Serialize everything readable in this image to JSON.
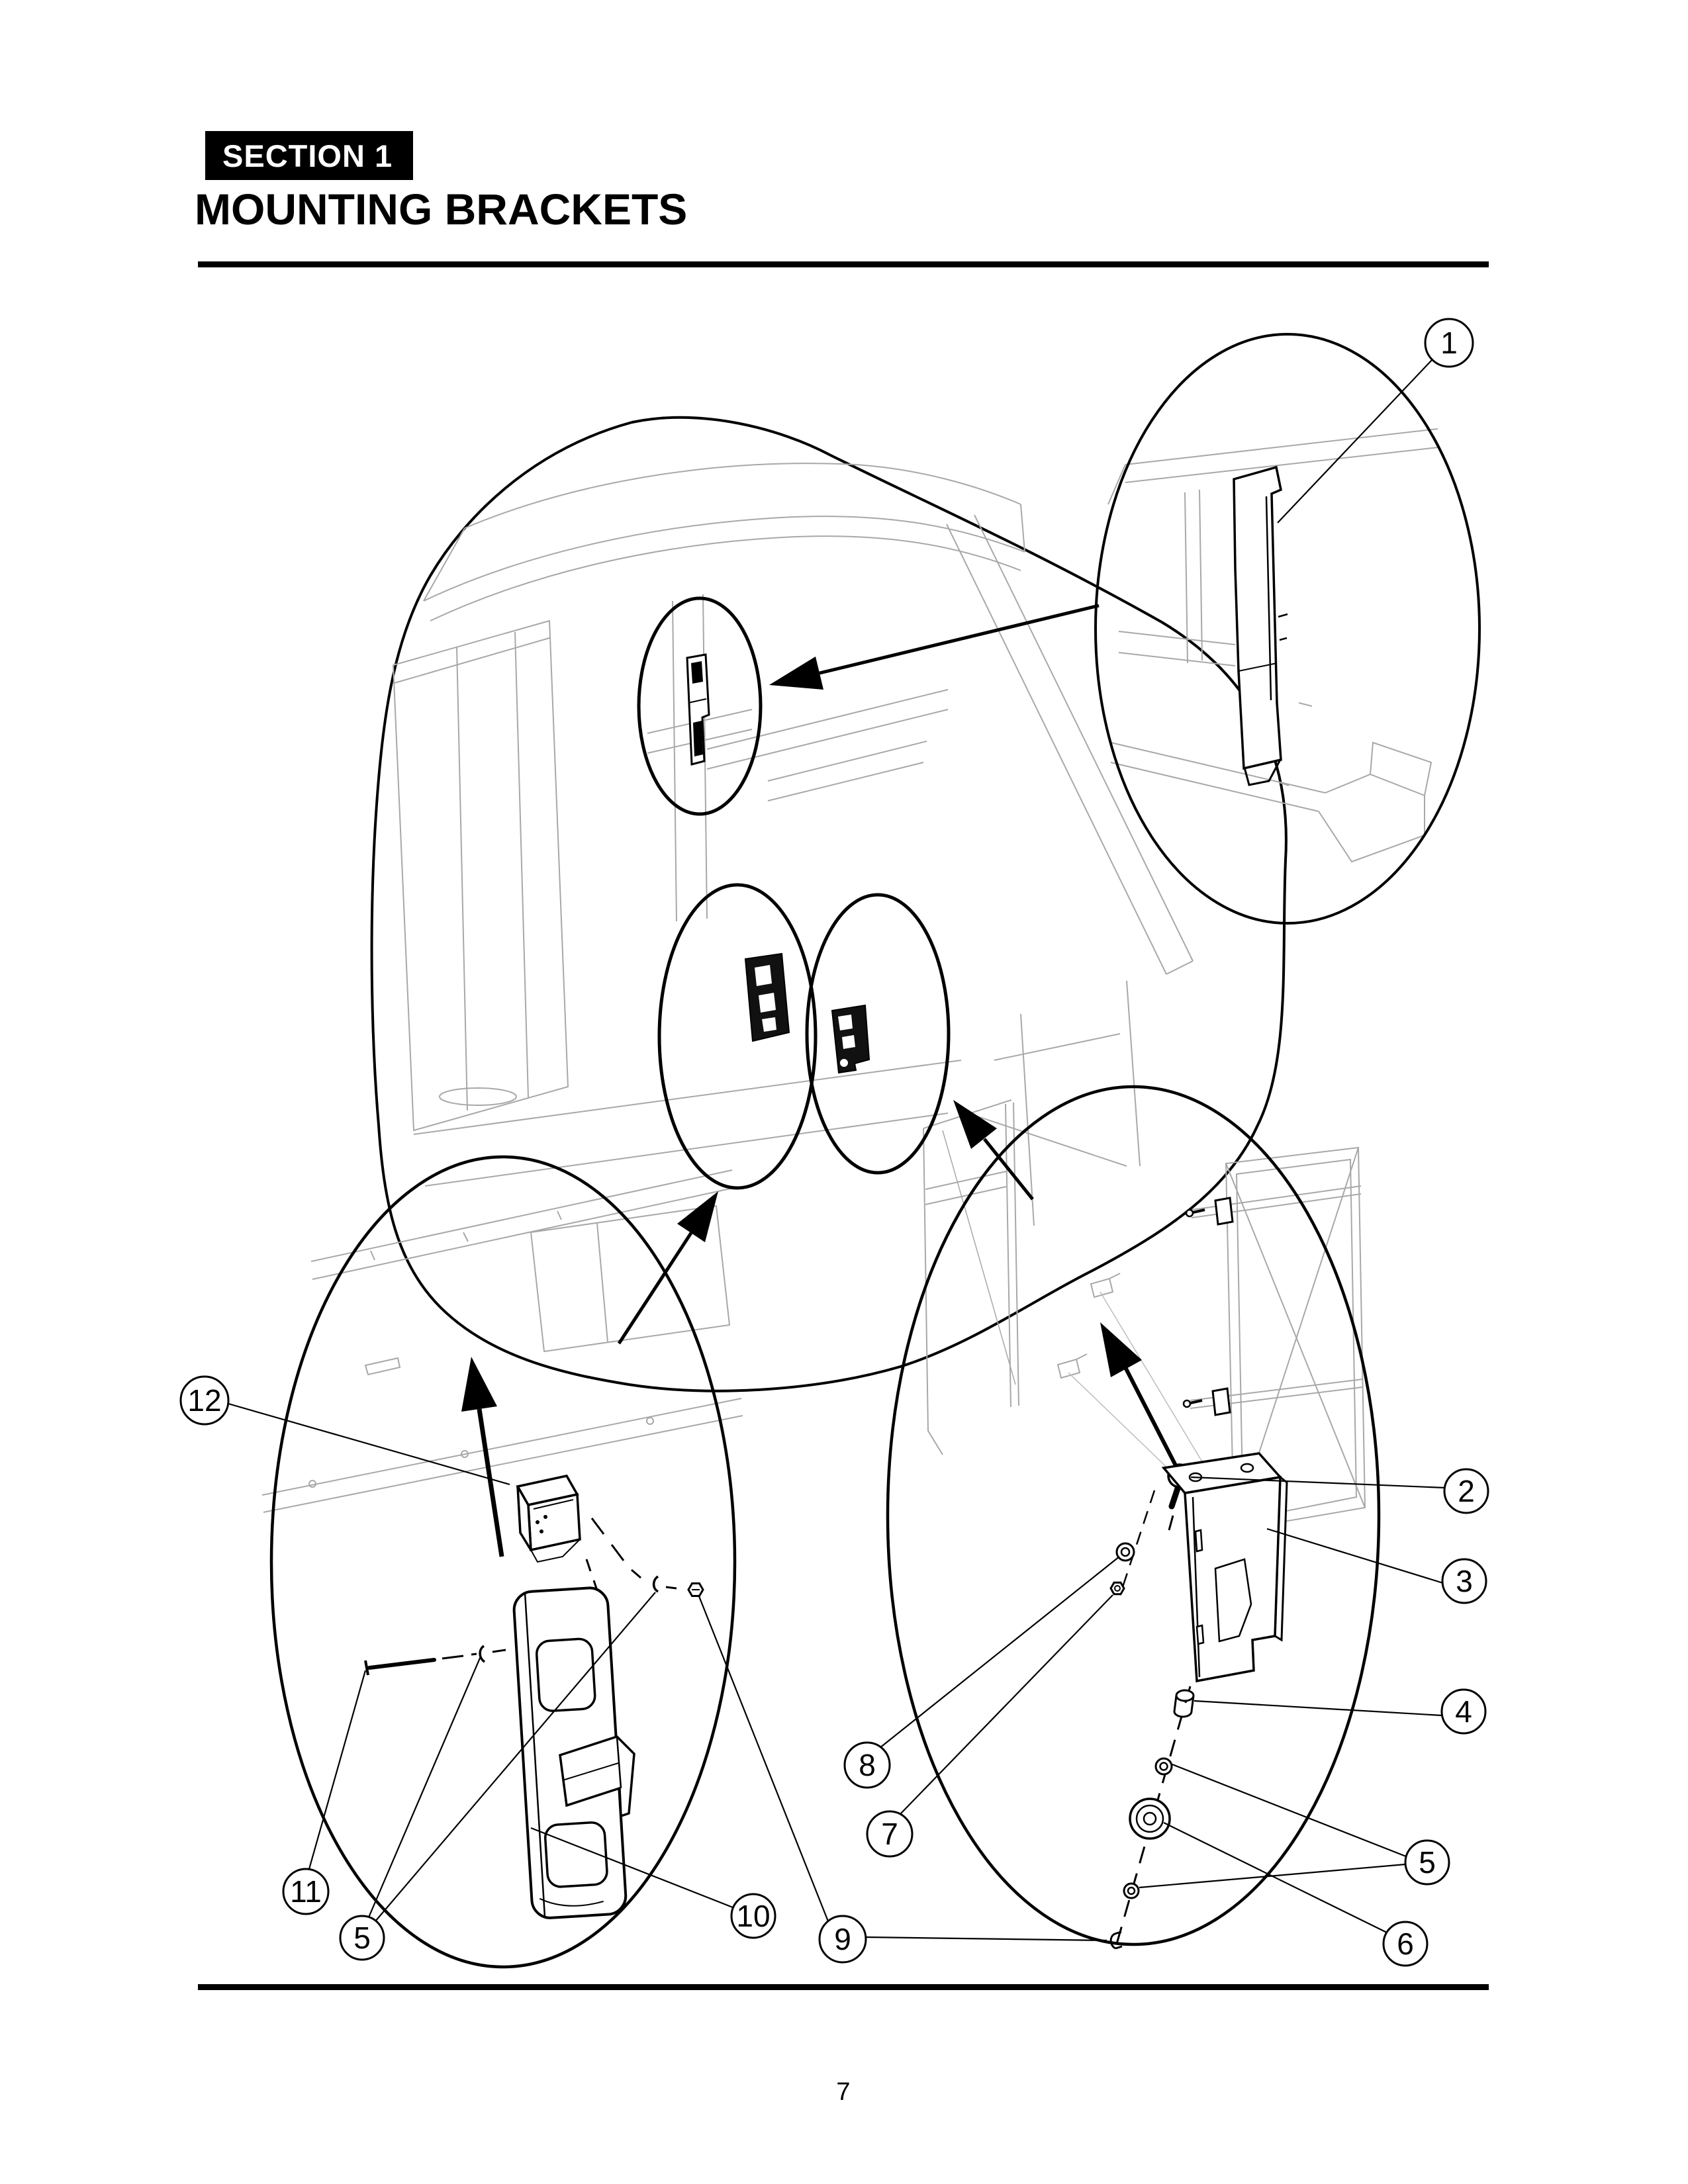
{
  "header": {
    "section_label": "SECTION 1",
    "title": "MOUNTING BRACKETS"
  },
  "footer": {
    "page_number": "7"
  },
  "diagram": {
    "balloons": [
      {
        "ref": "1",
        "label": "1"
      },
      {
        "ref": "2",
        "label": "2"
      },
      {
        "ref": "3",
        "label": "3"
      },
      {
        "ref": "4",
        "label": "4"
      },
      {
        "ref": "5-right",
        "label": "5"
      },
      {
        "ref": "6",
        "label": "6"
      },
      {
        "ref": "7",
        "label": "7"
      },
      {
        "ref": "8",
        "label": "8"
      },
      {
        "ref": "9",
        "label": "9"
      },
      {
        "ref": "10",
        "label": "10"
      },
      {
        "ref": "5-left",
        "label": "5"
      },
      {
        "ref": "11",
        "label": "11"
      },
      {
        "ref": "12",
        "label": "12"
      }
    ]
  },
  "colors": {
    "ink": "#000000",
    "light_line": "#a8a8a8",
    "paper": "#ffffff"
  }
}
